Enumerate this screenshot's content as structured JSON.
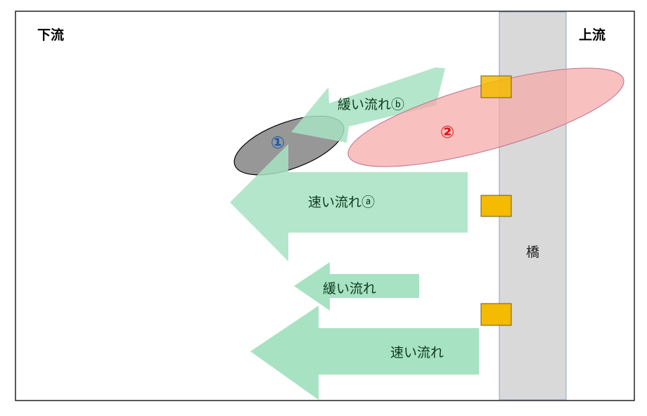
{
  "labels": {
    "downstream": "下流",
    "upstream": "上流",
    "bridge": "橋"
  },
  "arrows": {
    "slow_b": "緩い流れⓑ",
    "fast_a": "速い流れⓐ",
    "slow": "緩い流れ",
    "fast": "速い流れ"
  },
  "zones": {
    "zone1": "①",
    "zone2": "②"
  },
  "colors": {
    "arrow_fill": "#a7e2c2",
    "bridge_fill": "#d9d9d9",
    "pier_fill": "#f4bb00",
    "zone1_fill": "#8c8c8c",
    "zone2_fill": "#f6b2b2",
    "zone1_text": "#1f5ba8",
    "zone2_text": "#e0151b"
  }
}
